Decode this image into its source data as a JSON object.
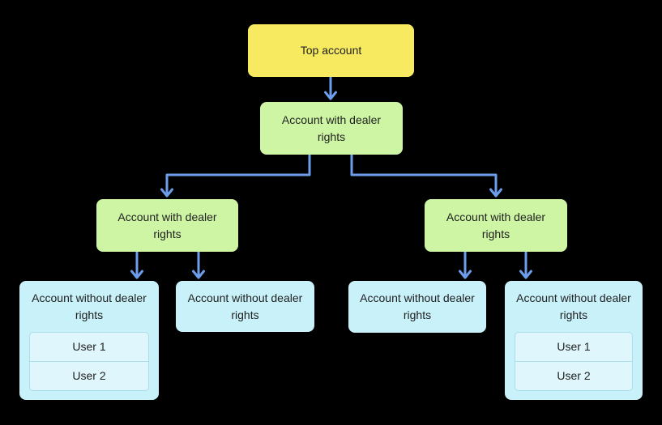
{
  "diagram": {
    "nodes": {
      "top": {
        "label": "Top account"
      },
      "l2": {
        "label": "Account with dealer rights"
      },
      "l3_left": {
        "label": "Account with dealer rights"
      },
      "l3_right": {
        "label": "Account with dealer rights"
      },
      "leaf1": {
        "label": "Account without dealer rights",
        "users": [
          "User 1",
          "User 2"
        ]
      },
      "leaf2": {
        "label": "Account without dealer rights"
      },
      "leaf3": {
        "label": "Account without dealer rights"
      },
      "leaf4": {
        "label": "Account without dealer rights",
        "users": [
          "User 1",
          "User 2"
        ]
      }
    },
    "colors": {
      "background": "#000000",
      "top_node_fill": "#F7EA61",
      "dealer_node_fill": "#CDF5A4",
      "account_node_fill": "#C8F1FA",
      "user_row_fill": "#DFF7FC",
      "user_row_border": "#A9DEEA",
      "arrow": "#6D9EEB",
      "text": "#212121"
    }
  }
}
